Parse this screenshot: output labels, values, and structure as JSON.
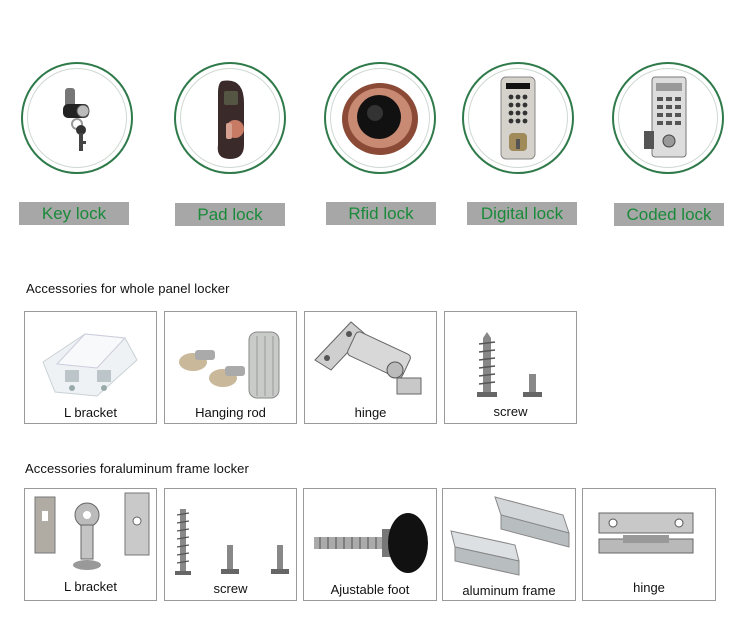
{
  "locks": [
    {
      "label": "Key lock",
      "icon": "key-lock-icon"
    },
    {
      "label": "Pad lock",
      "icon": "pad-lock-icon"
    },
    {
      "label": "Rfid lock",
      "icon": "rfid-lock-icon"
    },
    {
      "label": "Digital lock",
      "icon": "digital-lock-icon"
    },
    {
      "label": "Coded lock",
      "icon": "coded-lock-icon"
    }
  ],
  "sections": {
    "panel": {
      "title": "Accessories for whole panel locker",
      "items": [
        {
          "label": "L bracket",
          "icon": "l-bracket-icon"
        },
        {
          "label": "Hanging rod",
          "icon": "hanging-rod-icon"
        },
        {
          "label": "hinge",
          "icon": "hinge-icon"
        },
        {
          "label": "screw",
          "icon": "screw-icon"
        }
      ]
    },
    "aluminum": {
      "title": "Accessories foraluminum frame locker",
      "items": [
        {
          "label": "L bracket",
          "icon": "l-bracket-icon"
        },
        {
          "label": "screw",
          "icon": "screw-icon"
        },
        {
          "label": "Ajustable foot",
          "icon": "adjustable-foot-icon"
        },
        {
          "label": "aluminum frame",
          "icon": "aluminum-frame-icon"
        },
        {
          "label": "hinge",
          "icon": "hinge-icon"
        }
      ]
    }
  },
  "colors": {
    "label_bg": "#a7a7a7",
    "label_text": "#1a8a3a",
    "ring": "#2f7a4a",
    "box_border": "#9a9a9a"
  }
}
